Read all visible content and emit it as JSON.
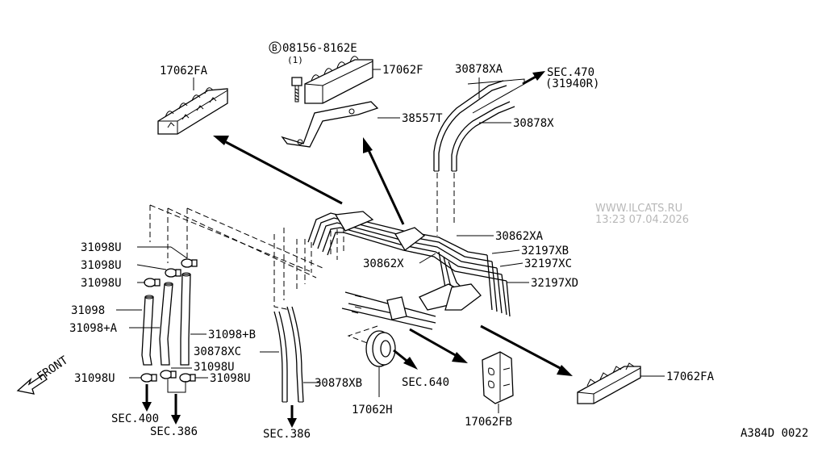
{
  "watermark": {
    "site": "WWW.ILCATS.RU",
    "timestamp": "13:23 07.04.2026"
  },
  "diagram_code": "A384D 0022",
  "front_label": "FRONT",
  "labels": {
    "bolt_part": "08156-8162E",
    "bolt_circle": "B",
    "bolt_qty": "(1)",
    "clamp_17062fa_top": "17062FA",
    "clamp_17062f": "17062F",
    "bracket_38557t": "38557T",
    "tube_30878xa": "30878XA",
    "sec_470": "SEC.470",
    "sec_470_sub": "(31940R)",
    "tube_30878x": "30878X",
    "tube_30862xa": "30862XA",
    "tube_30862x": "30862X",
    "tube_32197xb": "32197XB",
    "tube_32197xc": "32197XC",
    "tube_32197xd": "32197XD",
    "clip_31098u_1": "31098U",
    "clip_31098u_2": "31098U",
    "clip_31098u_3": "31098U",
    "hose_31098": "31098",
    "hose_31098a": "31098+A",
    "hose_31098b": "31098+B",
    "hose_30878xc": "30878XC",
    "clip_31098u_4": "31098U",
    "clip_31098u_5": "31098U",
    "clip_31098u_6": "31098U",
    "sec_400": "SEC.400",
    "sec_386_left": "SEC.386",
    "sec_386_mid": "SEC.386",
    "hose_30878xb": "30878XB",
    "grommet_17062h": "17062H",
    "sec_640": "SEC.640",
    "clamp_17062fb": "17062FB",
    "clamp_17062fa_bottom": "17062FA"
  }
}
